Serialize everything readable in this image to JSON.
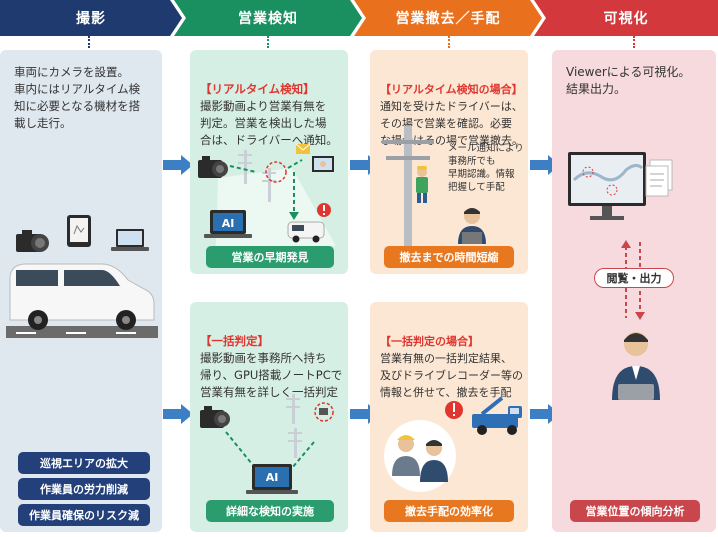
{
  "stages": [
    {
      "label": "撮影",
      "color": "#1f3a6e"
    },
    {
      "label": "営業検知",
      "color": "#1a8f60"
    },
    {
      "label": "営業撤去／手配",
      "color": "#e9701d"
    },
    {
      "label": "可視化",
      "color": "#d2383c"
    }
  ],
  "capture": {
    "text": "車両にカメラを設置。\n車内にはリアルタイム検\n知に必要となる機材を搭\n載し走行。",
    "badges": [
      "巡視エリアの拡大",
      "作業員の労力削減",
      "作業員確保のリスク減"
    ]
  },
  "detect_realtime": {
    "title": "【リアルタイム検知】",
    "text": "撮影動画より営業有無を\n判定。営業を検出した場\n合は、ドライバーへ通知。",
    "ai_label": "AI",
    "badge": "営業の早期発見"
  },
  "detect_batch": {
    "title": "【一括判定】",
    "text": "撮影動画を事務所へ持ち\n帰り、GPU搭載ノートPCで\n営業有無を詳しく一括判定",
    "ai_label": "AI",
    "badge": "詳細な検知の実施"
  },
  "removal_realtime": {
    "title": "【リアルタイム検知の場合】",
    "text": "通知を受けたドライバーは、\nその場で営業を確認。必要\nな場合はその場で営業撤去。",
    "note": "メール通知により\n事務所でも\n早期認識。情報\n把握して手配",
    "badge": "撤去までの時間短縮"
  },
  "removal_batch": {
    "title": "【一括判定の場合】",
    "text": "営業有無の一括判定結果、\n及びドライブレコーダー等の\n情報と併せて、撤去を手配",
    "badge": "撤去手配の効率化"
  },
  "visualize": {
    "text": "Viewerによる可視化。\n結果出力。",
    "browse_label": "閲覧・出力",
    "badge": "営業位置の傾向分析"
  },
  "icons": [
    "camera-icon",
    "tablet-icon",
    "laptop-icon",
    "van-icon",
    "pole-icon",
    "worker-icon",
    "truck-icon",
    "monitor-icon",
    "document-icon",
    "person-icon",
    "alert-icon",
    "mail-icon"
  ],
  "colors": {
    "panel_blue": "#dfe7ef",
    "panel_green": "#d6efe5",
    "panel_orange": "#fbe7d4",
    "panel_pink": "#f6dadd",
    "arrow_blue": "#3c7fc4"
  }
}
